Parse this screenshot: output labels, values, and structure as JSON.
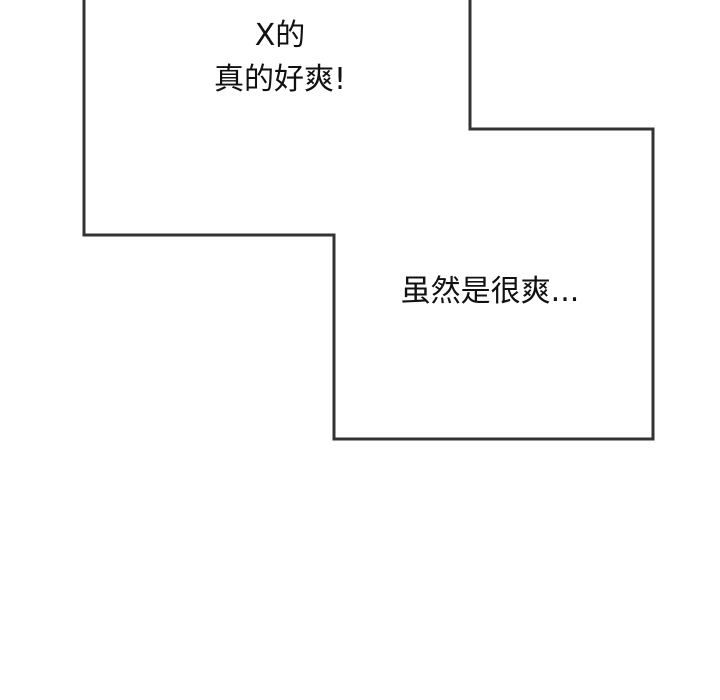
{
  "panel": {
    "upper_bubble": {
      "line1": "X的",
      "line2": "真的好爽!"
    },
    "lower_bubble": {
      "text": "虽然是很爽..."
    },
    "colors": {
      "background": "#ffffff",
      "frame_stroke": "#333333",
      "text": "#111111"
    }
  }
}
